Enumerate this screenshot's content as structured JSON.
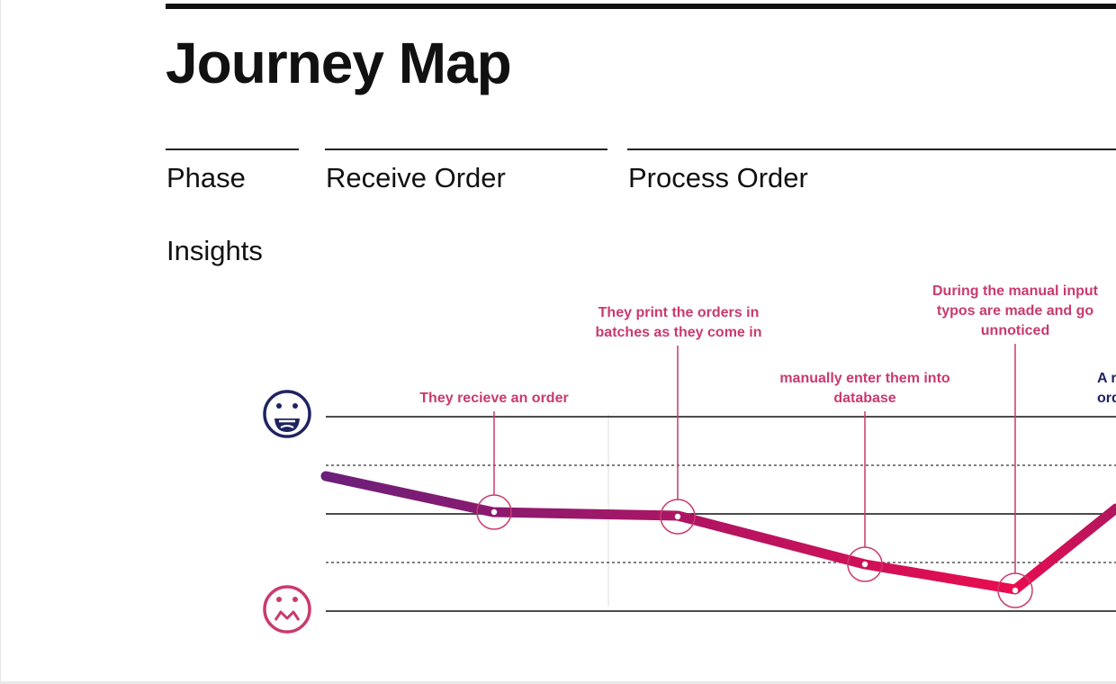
{
  "title": "Journey Map",
  "header": {
    "phase_label": "Phase",
    "phases": [
      "Receive Order",
      "Process Order"
    ],
    "insights_label": "Insights"
  },
  "colors": {
    "annotation": "#c93a6e",
    "annotation_dark": "#1f2461",
    "happy_icon": "#1f2461",
    "sad_icon": "#c93a6e",
    "line_start": "#6b1f7a",
    "line_end": "#ea0c4f"
  },
  "icons": {
    "top": "happy-face-icon",
    "bottom": "sad-face-icon"
  },
  "insights": [
    {
      "lines": [
        "They recieve an order"
      ],
      "level": 0.5
    },
    {
      "lines": [
        "They print the orders in",
        "batches as they come in"
      ],
      "level": 0.5
    },
    {
      "lines": [
        "manually enter them into",
        "database"
      ],
      "level": 0.25
    },
    {
      "lines": [
        "During the manual input",
        "typos are made and go",
        "unnoticed"
      ],
      "level": 0.1
    },
    {
      "lines": [
        "A r",
        "orde"
      ],
      "level": null
    }
  ]
}
